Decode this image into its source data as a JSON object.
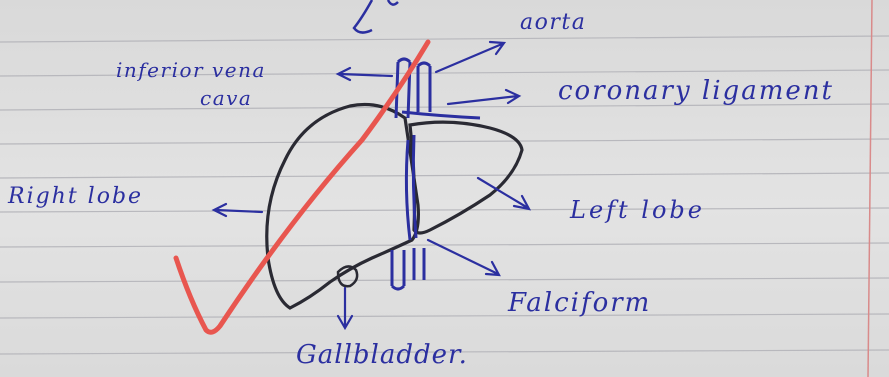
{
  "labels": {
    "aorta": "aorta",
    "inferior_vena_cava_line1": "inferior vena",
    "inferior_vena_cava_line2": "cava",
    "coronary_ligament": "coronary ligament",
    "right_lobe": "Right lobe",
    "left_lobe": "Left lobe",
    "falciform": "Falciform",
    "gallbladder": "Gallbladder."
  },
  "colors": {
    "ink_blue": "#2b2fa0",
    "ink_black": "#2a2a33",
    "tick_red": "#e8564f",
    "rule_line": "#b8b8bd",
    "margin_line": "#d98a8a"
  }
}
